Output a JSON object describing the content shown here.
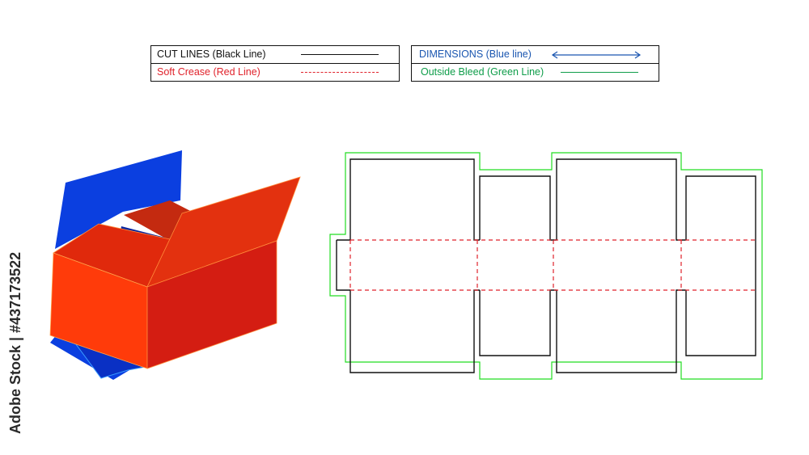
{
  "legend": {
    "cut_lines": {
      "label": "CUT LINES (Black Line)",
      "color": "#111111",
      "style": "solid"
    },
    "soft_crease": {
      "label": "Soft Crease (Red Line)",
      "color": "#e0222b",
      "style": "dashed"
    },
    "dimensions": {
      "label": "DIMENSIONS (Blue line)",
      "color": "#1a56b0",
      "style": "double-arrow"
    },
    "outside_bleed": {
      "label": "Outside Bleed (Green Line)",
      "color": "#0f9d4a",
      "style": "solid"
    }
  },
  "watermark": {
    "text": "Adobe Stock | #437173522"
  },
  "colors": {
    "box_front": "#ff3b0a",
    "box_side": "#d41d12",
    "box_flap": "#e3310f",
    "box_blue": "#0b3fe0",
    "box_blue_dark": "#08249e",
    "bleed_line": "#22dd22",
    "crease_line": "#e0222b",
    "cut_line": "#111111"
  }
}
